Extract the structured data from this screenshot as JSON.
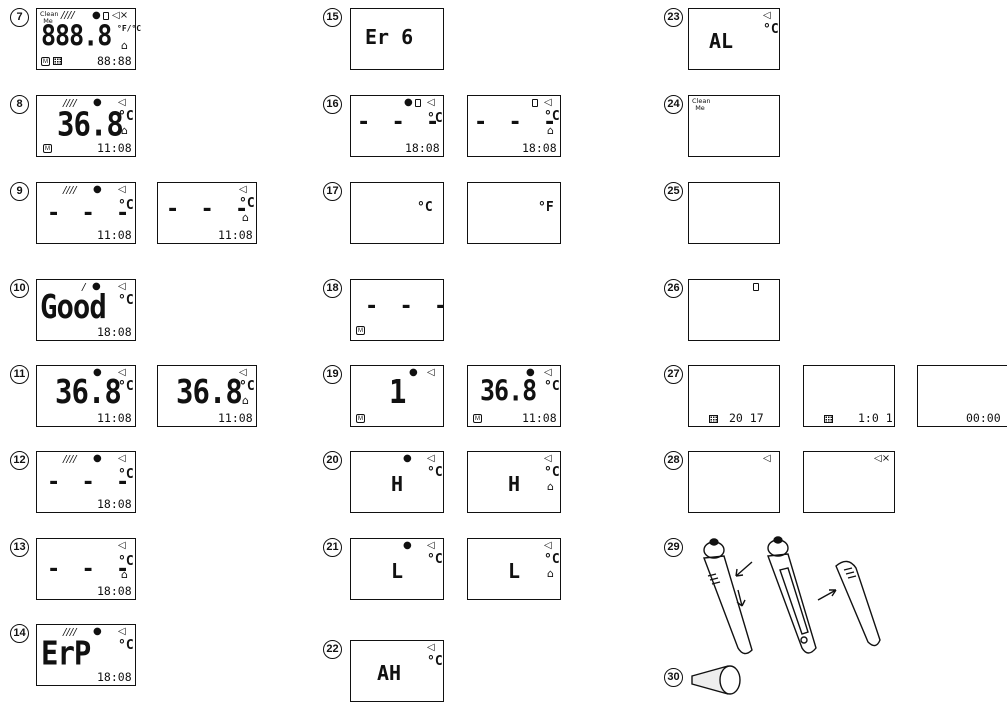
{
  "labels": [
    "7",
    "8",
    "9",
    "10",
    "11",
    "12",
    "13",
    "14",
    "15",
    "16",
    "17",
    "18",
    "19",
    "20",
    "21",
    "22",
    "23",
    "24",
    "25",
    "26",
    "27",
    "28",
    "29",
    "30"
  ],
  "clean_me": "Clean Me",
  "unit_c": "°C",
  "unit_f": "°F",
  "unit_fc": "°F/°C",
  "m_label": "M",
  "values": {
    "all_segments": "888.8",
    "all_segments_time": "88:88",
    "temp": "36.8",
    "dashes": "- - -",
    "good": "Good",
    "err": "ErP",
    "er6": "Er 6",
    "hi": "H",
    "lo": "L",
    "ah": "AH",
    "al": "AL",
    "one": "1",
    "year": "20 17",
    "date": "1:0 1",
    "clock": "00:00"
  },
  "times": {
    "t1108": "11:08",
    "t1808": "18:08"
  },
  "icons": [
    "measure-bars-icon",
    "ear-icon",
    "battery-icon",
    "speaker-icon",
    "mute-icon",
    "home-icon",
    "memory-icon",
    "calendar-icon"
  ]
}
